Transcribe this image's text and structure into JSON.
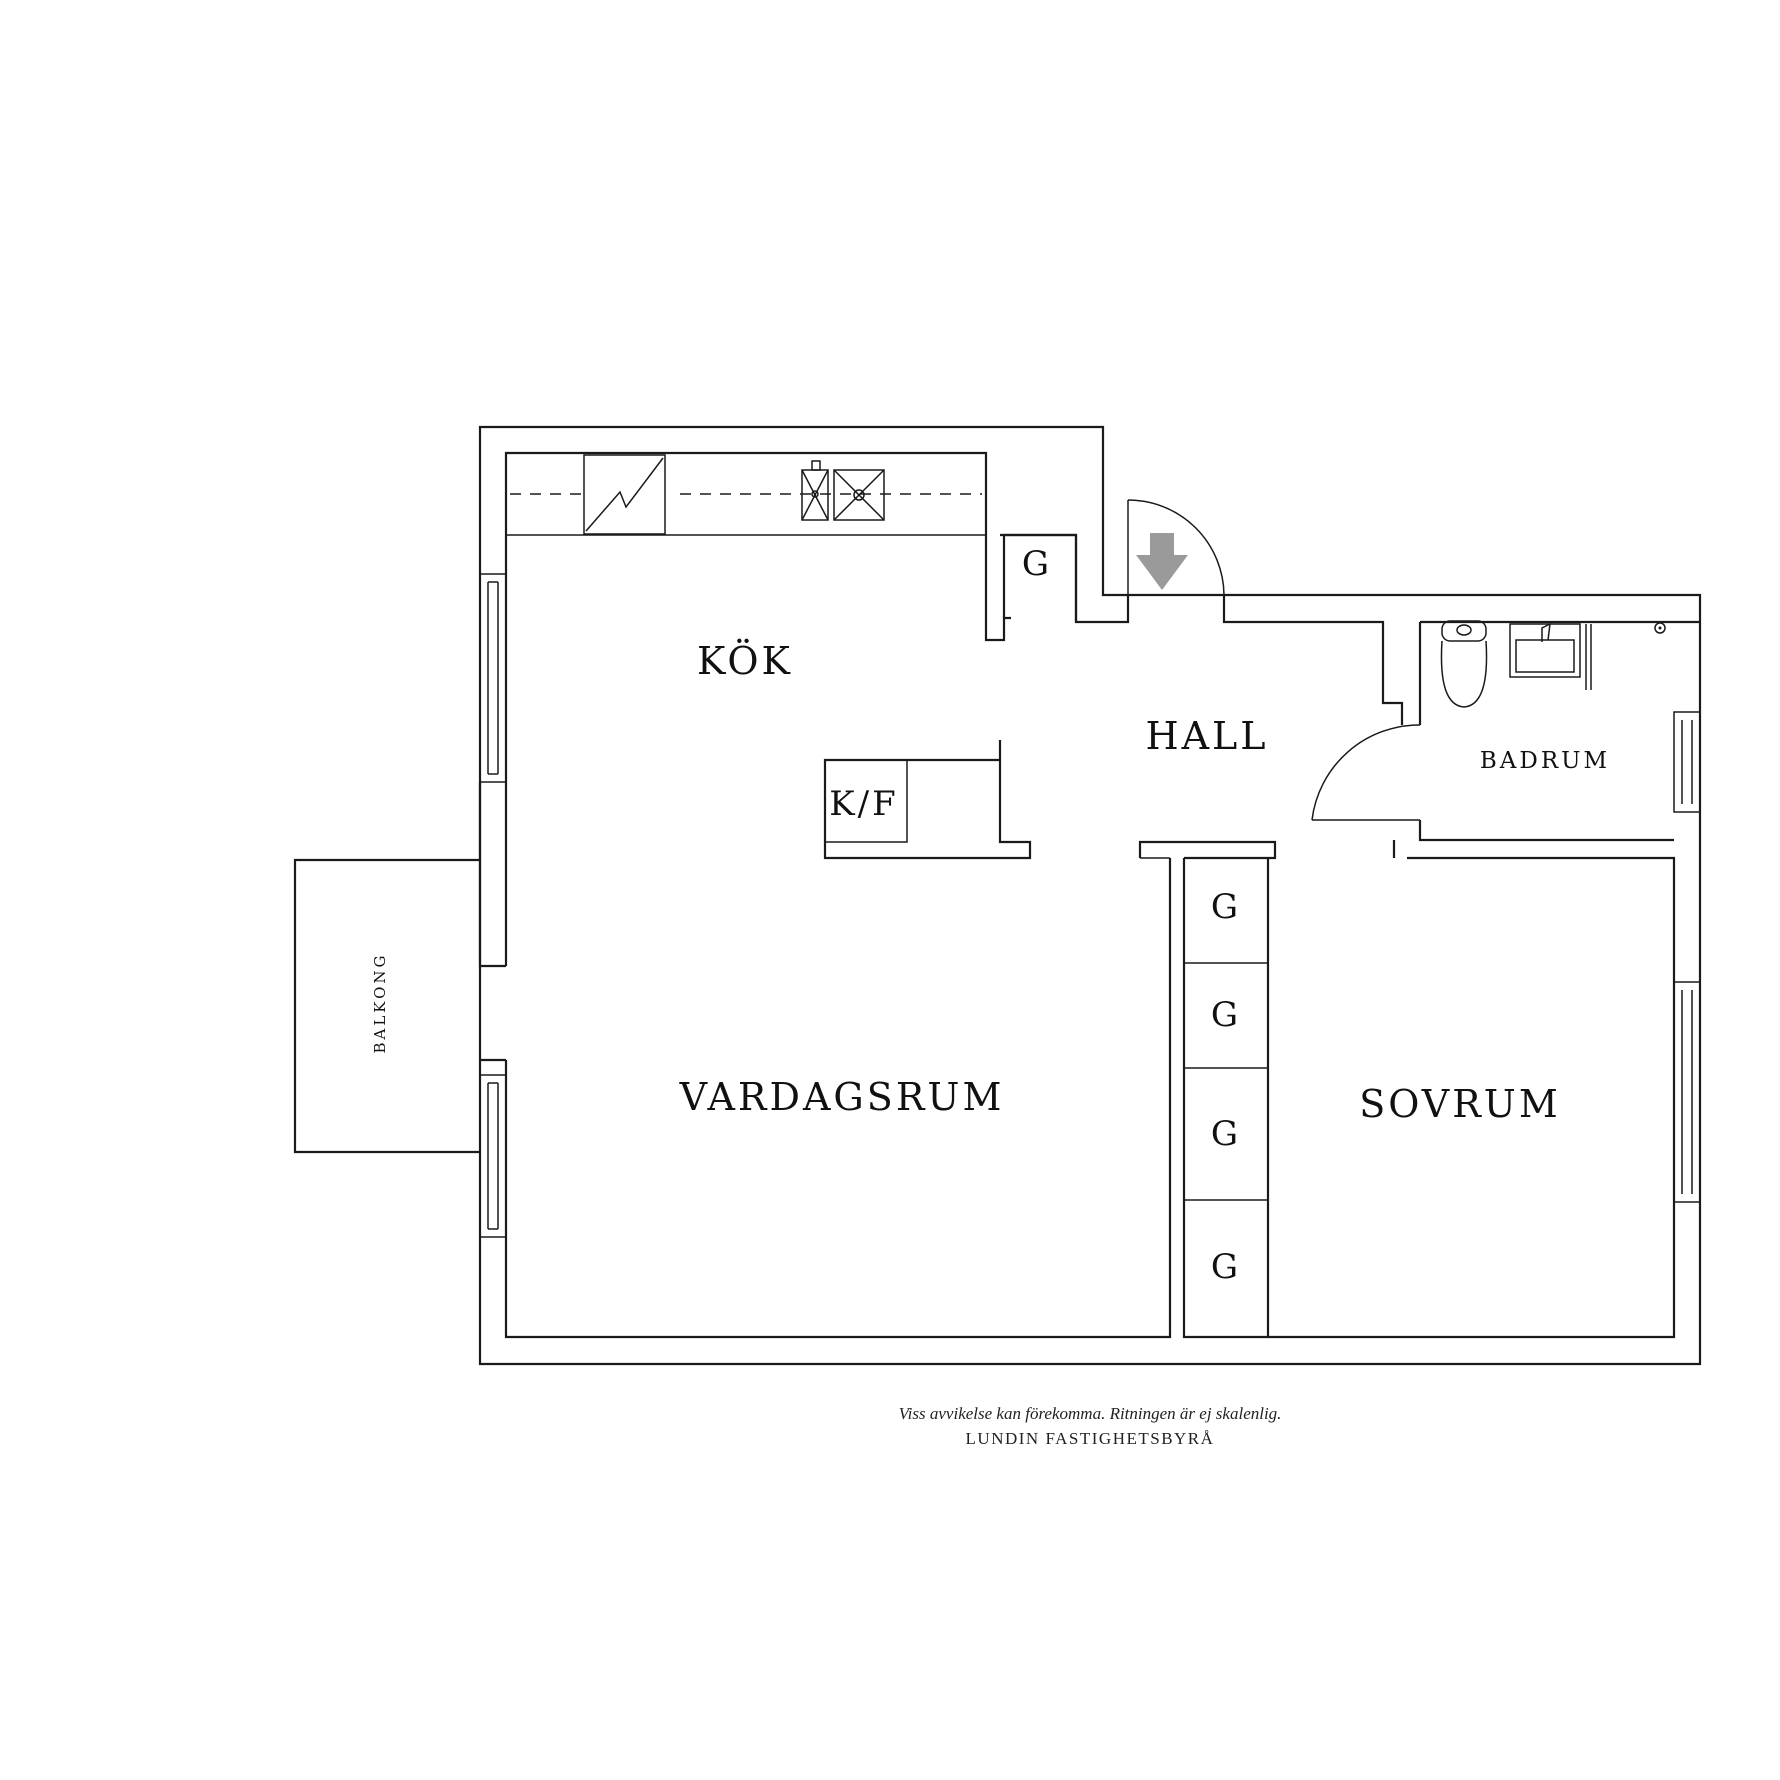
{
  "rooms": {
    "kitchen": "KÖK",
    "hall": "HALL",
    "bathroom": "BADRUM",
    "living": "VARDAGSRUM",
    "bedroom": "SOVRUM",
    "balcony": "BALKONG"
  },
  "fixtures": {
    "fridge_freezer": "K/F",
    "wardrobe": "G"
  },
  "footer": {
    "disclaimer": "Viss avvikelse kan förekomma. Ritningen är ej skalenlig.",
    "agency": "LUNDIN FASTIGHETSBYRÅ"
  },
  "colors": {
    "line": "#1a1a1a",
    "entrance_arrow": "#9a9a9a",
    "background": "#ffffff"
  }
}
